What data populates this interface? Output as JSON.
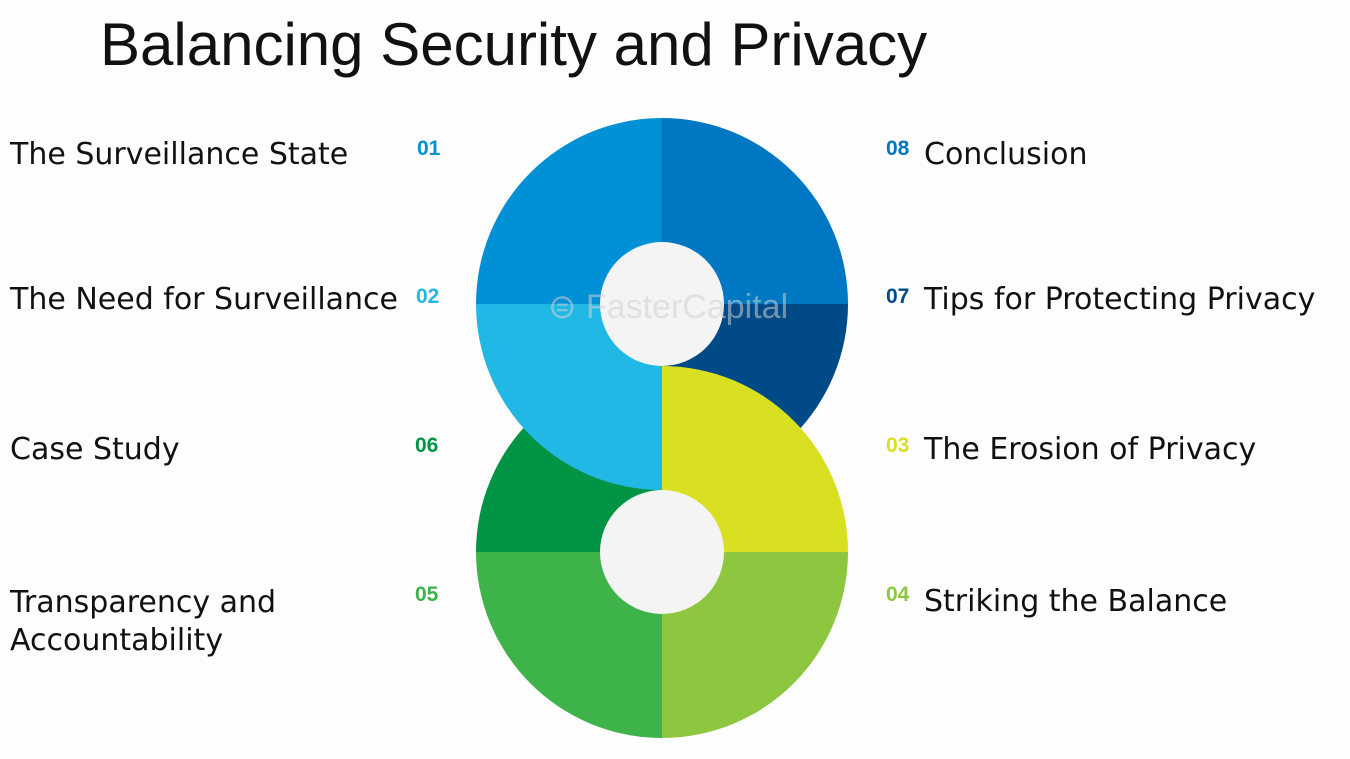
{
  "title": "Balancing Security and Privacy",
  "watermark": "FasterCapital",
  "items": [
    {
      "num": "01",
      "label": "The Surveillance State",
      "color": "#0090d6"
    },
    {
      "num": "02",
      "label": "The Need for Surveillance",
      "color": "#22b8e6"
    },
    {
      "num": "03",
      "label": "The Erosion of Privacy",
      "color": "#d9e021"
    },
    {
      "num": "04",
      "label": "Striking the Balance",
      "color": "#8dc63f"
    },
    {
      "num": "05",
      "label": "Transparency and Accountability",
      "color": "#3db34a"
    },
    {
      "num": "06",
      "label": "Case Study",
      "color": "#009444"
    },
    {
      "num": "07",
      "label": "Tips for Protecting Privacy",
      "color": "#004a87"
    },
    {
      "num": "08",
      "label": "Conclusion",
      "color": "#0077c2"
    }
  ]
}
